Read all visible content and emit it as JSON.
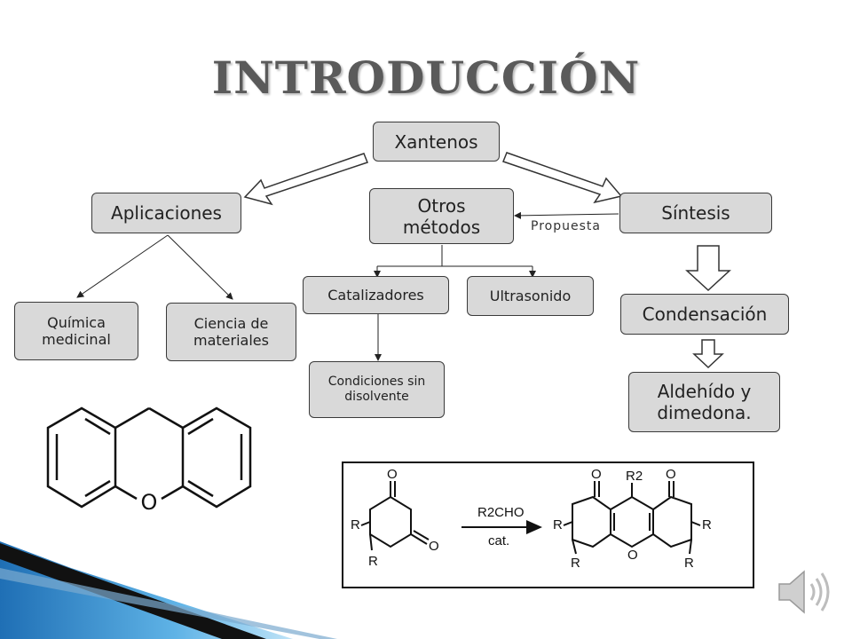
{
  "title": "INTRODUCCIÓN",
  "nodes": {
    "xantenos": "Xantenos",
    "aplicaciones": "Aplicaciones",
    "otros_metodos": "Otros métodos",
    "sintesis": "Síntesis",
    "quimica_medicinal": "Química medicinal",
    "ciencia_materiales": "Ciencia de materiales",
    "catalizadores": "Catalizadores",
    "ultrasonido": "Ultrasonido",
    "condiciones": "Condiciones sin disolvente",
    "condensacion": "Condensación",
    "aldehido": "Aldehído y dimedona."
  },
  "edge_labels": {
    "propuesta": "Propuesta"
  },
  "xanthene_structure": {
    "atom_label": "O"
  },
  "reaction_scheme": {
    "reagent": "R2CHO",
    "conditions": "cat.",
    "substituent": "R",
    "substituent_2": "R2",
    "carbonyl_oxygen": "O",
    "ring_oxygen": "O"
  },
  "colors": {
    "box_fill": "#d9d9d9",
    "title": "#5a5a5a",
    "corner_accent": "#1f6fb5"
  }
}
